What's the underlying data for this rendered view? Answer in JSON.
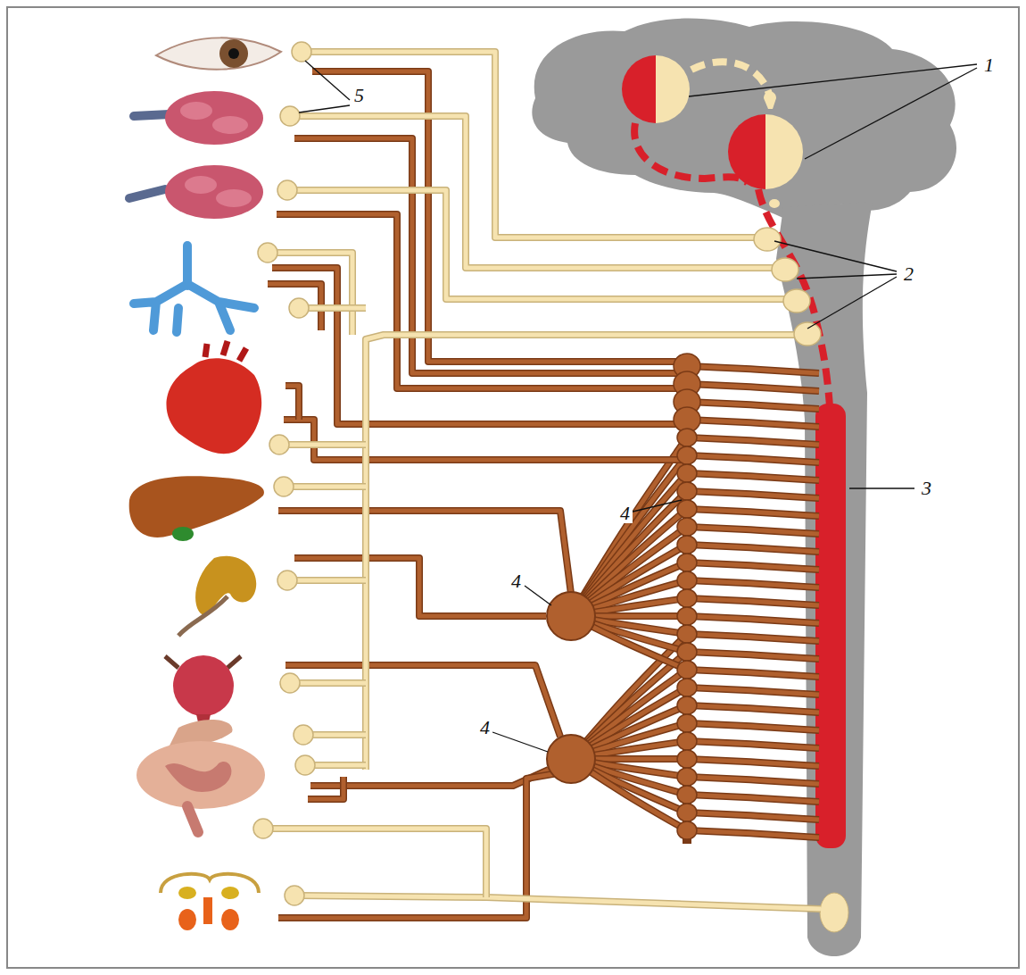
{
  "diagram": {
    "labels": [
      "1",
      "2",
      "3",
      "4",
      "4",
      "4",
      "5"
    ]
  }
}
